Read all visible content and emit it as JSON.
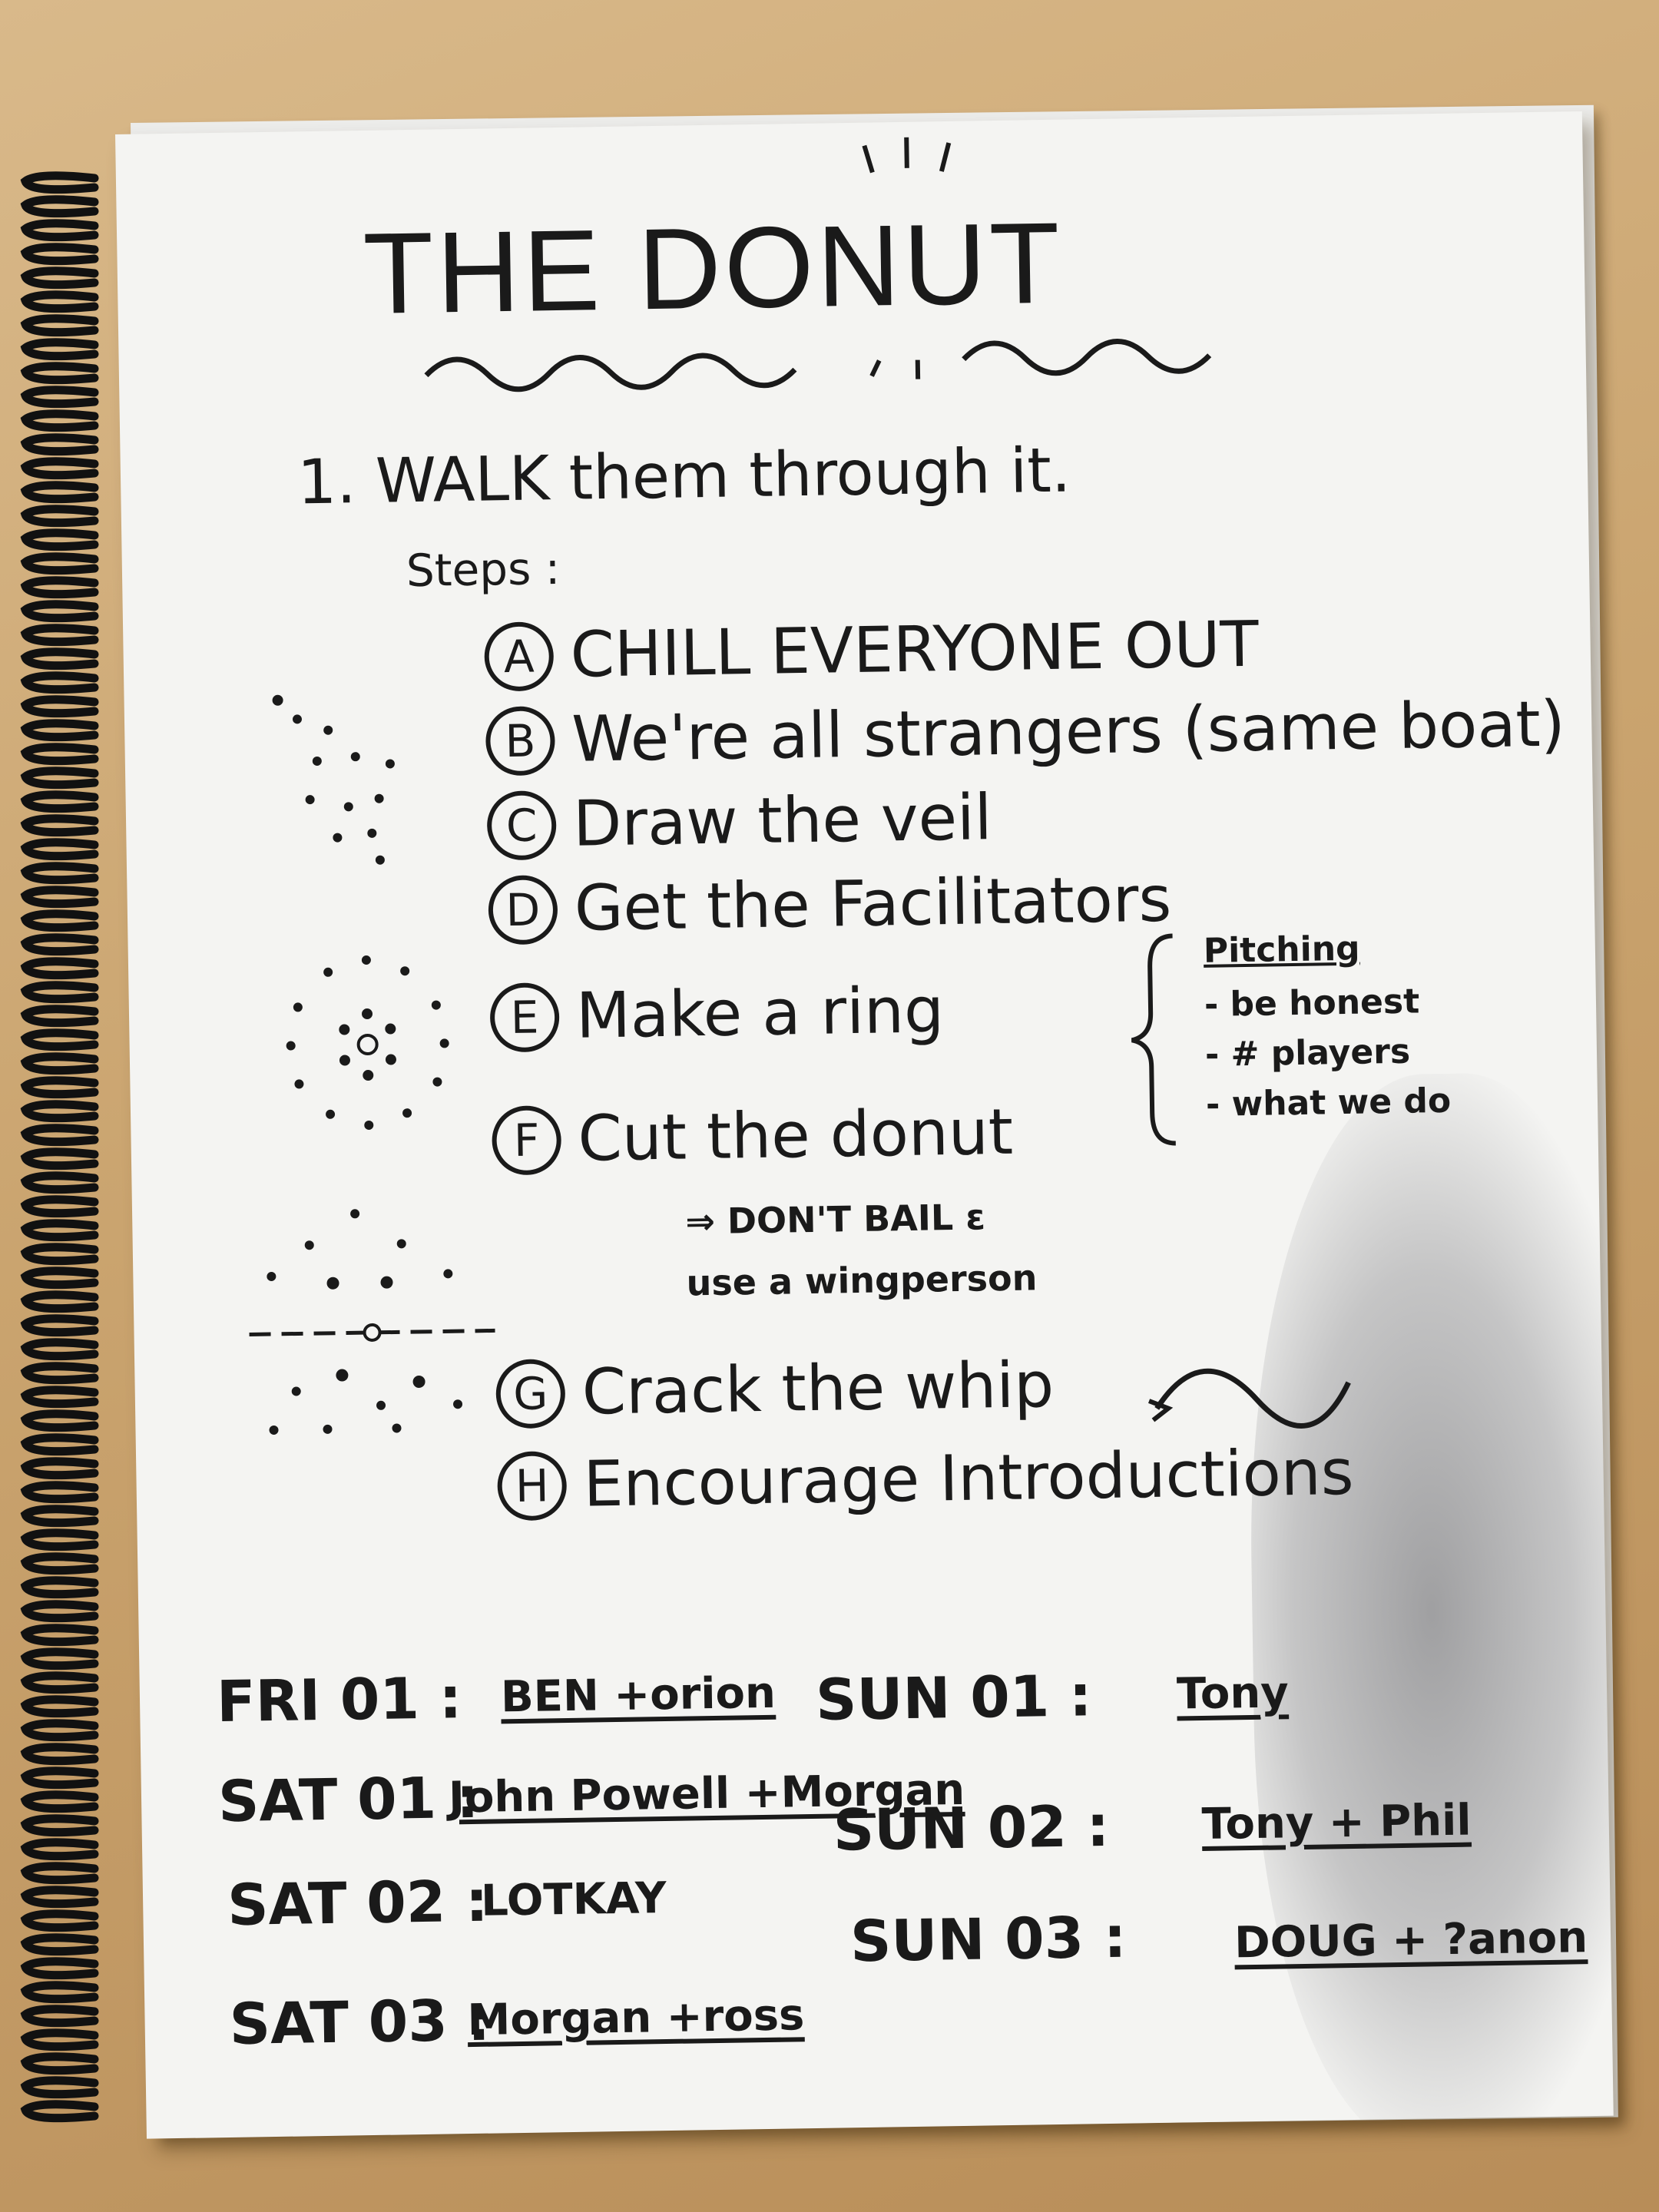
{
  "title": "THE DONUT",
  "heading": "1. WALK them through it.",
  "steps_label": "Steps :",
  "steps": [
    {
      "letter": "A",
      "text": "CHILL EVERYONE OUT"
    },
    {
      "letter": "B",
      "text": "We're all strangers (same boat)"
    },
    {
      "letter": "C",
      "text": "Draw the veil"
    },
    {
      "letter": "D",
      "text": "Get the Facilitators"
    },
    {
      "letter": "E",
      "text": "Make a ring"
    },
    {
      "letter": "F",
      "text": "Cut the donut"
    },
    {
      "letter": "G",
      "text": "Crack the whip"
    },
    {
      "letter": "H",
      "text": "Encourage Introductions"
    }
  ],
  "cut_note_1": "⇒ DON'T BAIL ε",
  "cut_note_2": "use a wingperson",
  "pitching": {
    "title": "Pitching",
    "items": [
      "- be honest",
      "- # players",
      "- what we do"
    ]
  },
  "schedule_left": [
    {
      "slot": "FRI 01 :",
      "names": "BEN +orion"
    },
    {
      "slot": "SAT 01 :",
      "names": "John Powell +Morgan"
    },
    {
      "slot": "SAT 02 :",
      "names": "LOTKAY"
    },
    {
      "slot": "SAT 03 :",
      "names": "Morgan +ross"
    }
  ],
  "schedule_right": [
    {
      "slot": "SUN 01 :",
      "names": "Tony"
    },
    {
      "slot": "SUN 02 :",
      "names": "Tony + Phil"
    },
    {
      "slot": "SUN 03 :",
      "names": "DOUG + ?anon"
    }
  ],
  "colors": {
    "ink": "#1a1a1a",
    "paper": "#f4f4f2",
    "desk": "#caa46f"
  }
}
